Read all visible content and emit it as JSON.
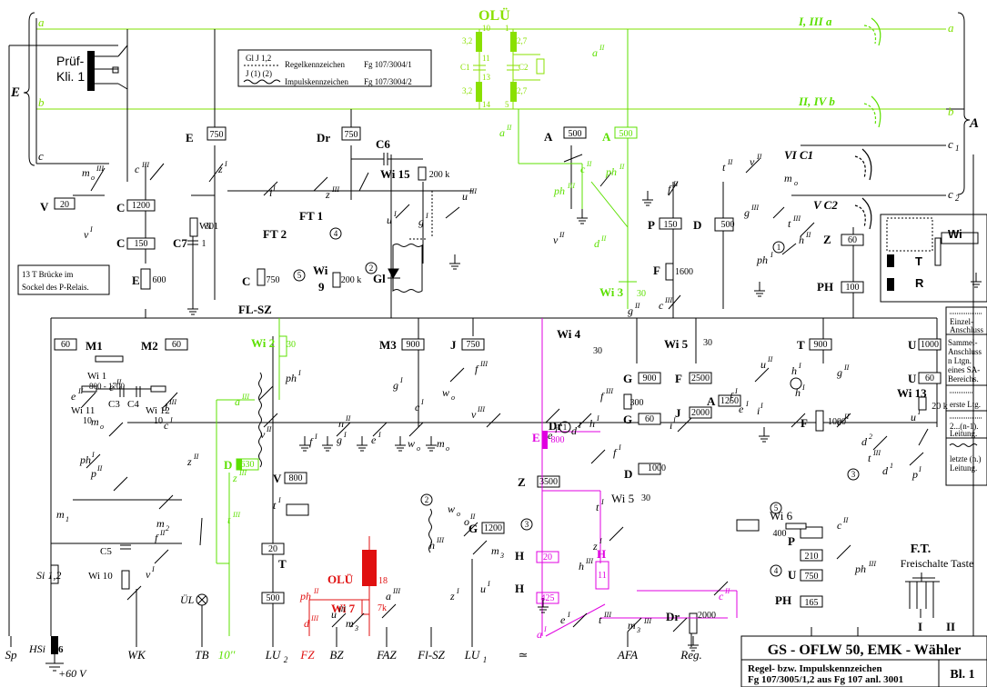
{
  "title_block": {
    "title": "GS - OFLW 50, EMK - Wähler",
    "subtitle_1": "Regel- bzw. Impulskennzeichen",
    "subtitle_2": "Fg 107/3005/1,2 aus Fg 107 anl. 3001",
    "sheet": "Bl. 1"
  },
  "colors": {
    "line": "#000000",
    "green": "#5ce000",
    "magenta": "#e000e0",
    "red": "#e01010",
    "lime": "#8ae000"
  },
  "bus_labels": {
    "a_left": "a",
    "b_left": "b",
    "c_left": "c",
    "E_left": "E",
    "a_right": "a",
    "b_right": "b",
    "c1_right": "c",
    "c1_sub": "1",
    "c2_right": "c",
    "c2_sub": "2",
    "A_right": "A",
    "olu": "OLÜ",
    "I_III_a": "I, III  a",
    "II_IV_b": "II, IV  b",
    "VI_C1": "VI  C1",
    "V_C2": "V  C2"
  },
  "pruef": {
    "line1": "Prüf-",
    "line2": "Kli. 1"
  },
  "legend": {
    "row1_code": "Gl  J 1,2",
    "row1_text": "Regelkennzeichen",
    "row1_ref": "Fg 107/3004/1",
    "row2_code": "J (1) (2)",
    "row2_text": "Impulskennzeichen",
    "row2_ref": "Fg 107/3004/2"
  },
  "side_legend": {
    "item1": "Einzel-Anschluss",
    "item2": "Sammel-Anschluss n Ltgn. eines SA-Bereichs.",
    "item3": "erste Ltg.",
    "item4": "2...(n-1). Leitung.",
    "item5": "letzte (n.) Leitung."
  },
  "bruecke": {
    "line1": "13    T    Brücke im",
    "line2": "Sockel des P-Relais."
  },
  "relays": {
    "E": "E",
    "E_val": "750",
    "Dr": "Dr",
    "Dr_val": "750",
    "C6": "C6",
    "Wi15": "Wi 15",
    "Wi15_val": "200 k",
    "A": "A",
    "A_val": "500",
    "A_g": "A",
    "A_g_val": "500",
    "V": "V",
    "V_val": "20",
    "C": "C",
    "C_val": "1200",
    "C_lo": "C",
    "C_lo_val": "150",
    "E600": "E",
    "E600_val": "600",
    "Wi1": "Wi 1",
    "Wi1_val": "30",
    "C7": "C7",
    "C7_val": "1",
    "FT2": "FT 2",
    "FT1": "FT 1",
    "C_750": "C",
    "C_750_val": "750",
    "Wi9": "Wi",
    "Wi9_num": "9",
    "Wi9_val": "200 k",
    "FLSZ": "FL-SZ",
    "Gl": "Gl",
    "P": "P",
    "P_val": "150",
    "D": "D",
    "D_val": "500",
    "F": "F",
    "F_val": "1600",
    "Z": "Z",
    "Z_val": "60",
    "PH": "PH",
    "PH_val": "100",
    "Wi3": "Wi 3",
    "Wi3_val": "30",
    "Wi_r": "Wi",
    "T_r": "T",
    "R_r": "R",
    "M1": "M1",
    "M1_val": "60",
    "M2": "M2",
    "M2_val": "60",
    "Wi_m": "Wi 1",
    "Wi_m_range": "800 - 1700",
    "Wi2": "Wi 2",
    "Wi2_val": "30",
    "M3": "M3",
    "M3_val": "900",
    "J": "J",
    "J_val": "750",
    "Wi4": "Wi 4",
    "Wi4_val": "30",
    "G": "G",
    "G_val": "900",
    "G2": "G",
    "G2_val": "60",
    "Dr2": "Dr",
    "Dr2_val": "300",
    "Wi5": "Wi 5",
    "Wi5_val": "30",
    "F2": "F",
    "F2_val": "2500",
    "J2": "J",
    "J2_val": "2000",
    "A2": "A",
    "A2_val": "1250",
    "T": "T",
    "T_val": "900",
    "U": "U",
    "U_val": "1000",
    "U2": "U",
    "U2_val": "60",
    "Wi13": "Wi 13",
    "Wi13_val": "20 k",
    "F3": "F",
    "F3_val": "1000",
    "Wi11": "Wi 11",
    "Wi11_val": "10",
    "C3": "C3",
    "C4": "C4",
    "Wi12": "Wi 12",
    "Wi12_val": "10",
    "C5": "C5",
    "Wi10": "Wi 10",
    "V2": "V",
    "V2_val": "800",
    "D2": "D",
    "D2_val": "630",
    "T2": "T",
    "T2_val": "20",
    "T3_val": "500",
    "OLU2": "OLÜ",
    "OLU2_val": "18",
    "Wi7": "Wi 7",
    "Wi7_val": "7k",
    "G3": "G",
    "G3_val": "1200",
    "E2": "E",
    "E2_val": "800",
    "Z2": "Z",
    "Z2_val": "3500",
    "H": "H",
    "H_val": "20",
    "H2": "H",
    "H2_val": "425",
    "H3": "H",
    "H3_val": "11",
    "Dr3": "Dr",
    "Dr3_val": "2000",
    "D3": "D",
    "D3_val": "1000",
    "Wi5b": "Wi 5",
    "Wi5b_val": "30",
    "Wi6": "Wi 6",
    "Wi6_val": "400",
    "P2": "P",
    "P2_val": "210",
    "U3": "U",
    "U3_val": "750",
    "PH2": "PH",
    "PH2_val": "165"
  },
  "ft": {
    "title": "F.T.",
    "sub": "Freischalte Taste",
    "I": "I",
    "II": "II"
  },
  "bottom_labels": [
    "Sp",
    "WK",
    "TB",
    "10''",
    "LU",
    "FZ",
    "BZ",
    "FAZ",
    "Fl-SZ",
    "LU",
    "≃",
    "AFA",
    "Reg."
  ],
  "hsi": {
    "label": "HSi",
    "num": "6",
    "volt": "+60 V"
  },
  "si": "Si 1,2",
  "ul": "ÜL"
}
